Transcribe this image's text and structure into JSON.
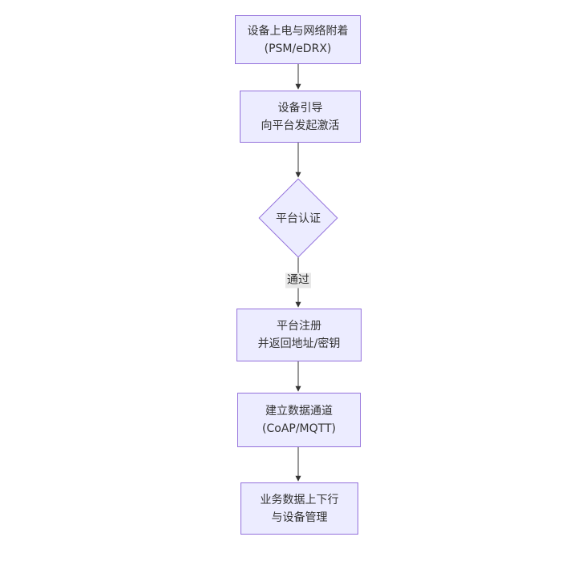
{
  "diagram": {
    "type": "flowchart",
    "direction": "top-down",
    "theme": {
      "node_fill": "#ECECFF",
      "node_border": "#9370DB",
      "text_color": "#333333",
      "edge_color": "#333333",
      "edge_label_background": "#e8e8e8",
      "canvas_background": "#ffffff"
    },
    "nodes": [
      {
        "id": "power-attach",
        "shape": "rect",
        "line1": "设备上电与网络附着",
        "line2": "(PSM/eDRX)"
      },
      {
        "id": "bootstrap",
        "shape": "rect",
        "line1": "设备引导",
        "line2": "向平台发起激活"
      },
      {
        "id": "platform-auth",
        "shape": "diamond",
        "line1": "平台认证",
        "line2": ""
      },
      {
        "id": "register",
        "shape": "rect",
        "line1": "平台注册",
        "line2": "并返回地址/密钥"
      },
      {
        "id": "data-channel",
        "shape": "rect",
        "line1": "建立数据通道",
        "line2": "(CoAP/MQTT)"
      },
      {
        "id": "business-data",
        "shape": "rect",
        "line1": "业务数据上下行",
        "line2": "与设备管理"
      }
    ],
    "edges": [
      {
        "from": "power-attach",
        "to": "bootstrap",
        "label": ""
      },
      {
        "from": "bootstrap",
        "to": "platform-auth",
        "label": ""
      },
      {
        "from": "platform-auth",
        "to": "register",
        "label": "通过"
      },
      {
        "from": "register",
        "to": "data-channel",
        "label": ""
      },
      {
        "from": "data-channel",
        "to": "business-data",
        "label": ""
      }
    ],
    "edge_label_pass": "通过"
  }
}
